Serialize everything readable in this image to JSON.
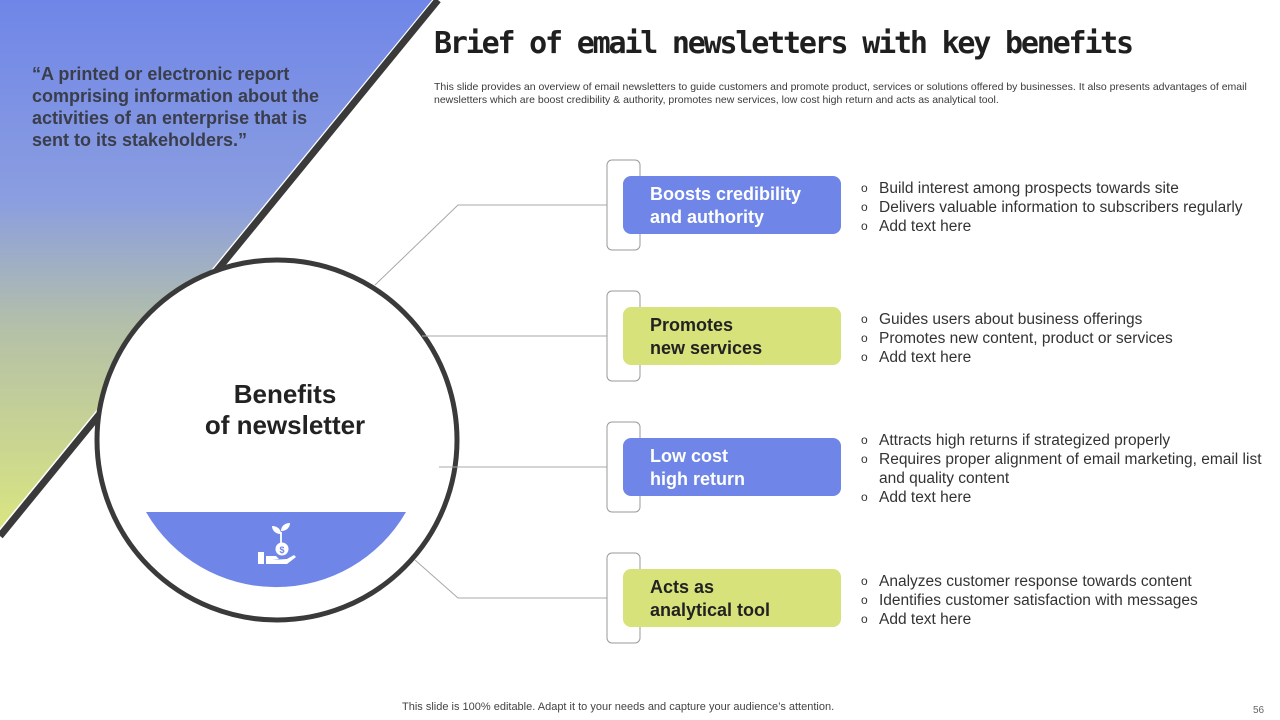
{
  "title": "Brief of email newsletters with key benefits",
  "subtitle": "This slide provides an overview of email newsletters to guide customers and promote product, services or solutions offered by businesses. It also presents advantages of email newsletters which are boost credibility & authority, promotes new services, low cost high return and acts as analytical tool.",
  "quote": "“A printed or electronic report comprising information about the activities of an enterprise that is sent to its stakeholders.”",
  "circle": {
    "line1": "Benefits",
    "line2": "of newsletter",
    "icon": "money-plant-hand-icon"
  },
  "benefits": [
    {
      "label_line1": "Boosts credibility",
      "label_line2": "and authority",
      "color": "blue",
      "points": [
        "Build interest among prospects towards site",
        "Delivers valuable information to subscribers regularly",
        "Add text here"
      ]
    },
    {
      "label_line1": "Promotes",
      "label_line2": "new services",
      "color": "green",
      "points": [
        "Guides users about business offerings",
        "Promotes new content, product or services",
        "Add text here"
      ]
    },
    {
      "label_line1": "Low cost",
      "label_line2": "high return",
      "color": "blue",
      "points": [
        "Attracts high returns if strategized properly",
        "Requires proper alignment of email marketing, email list and quality content",
        "Add text here"
      ]
    },
    {
      "label_line1": "Acts as",
      "label_line2": "analytical tool",
      "color": "green",
      "points": [
        "Analyzes customer response towards content",
        "Identifies customer satisfaction with messages",
        "Add text here"
      ]
    }
  ],
  "footer": "This slide is 100% editable. Adapt it to your needs and capture your audience’s attention.",
  "page_number": "56",
  "colors": {
    "blue": "#6f86e8",
    "green": "#d8e27b",
    "dark": "#3a3a3a"
  }
}
